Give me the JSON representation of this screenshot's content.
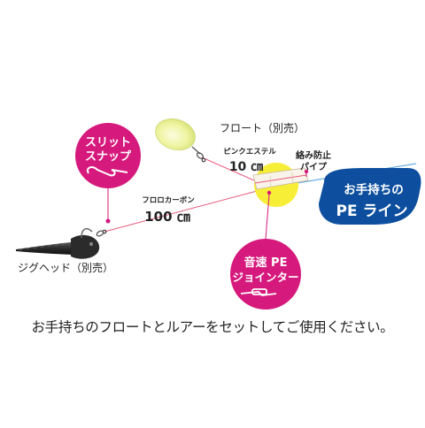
{
  "labels": {
    "float": "フロート（別売）",
    "ester_name": "ピンクエステル",
    "ester_len": "10 ㎝",
    "fluoro_name": "フロロカーボン",
    "fluoro_len": "100 ㎝",
    "antitangle_1": "絡み防止",
    "antitangle_2": "パイプ",
    "jig": "ジグヘッド（別売）"
  },
  "badges": {
    "snap_1": "スリット",
    "snap_2": "スナップ",
    "pe_1": "音速 PE",
    "pe_2": "ジョインター",
    "line_1": "お手持ちの",
    "line_2": "PE ライン"
  },
  "caption": "お手持ちのフロートとルアーをセットしてご使用ください。",
  "colors": {
    "magenta": "#d6197c",
    "navy": "#0d4f9e",
    "yellow": "#f7ee38",
    "float_yellow": "#eef4a0",
    "pink_line": "#e85a7e",
    "blue_line": "#6aaee0",
    "jig_dark": "#2a2a2a"
  }
}
